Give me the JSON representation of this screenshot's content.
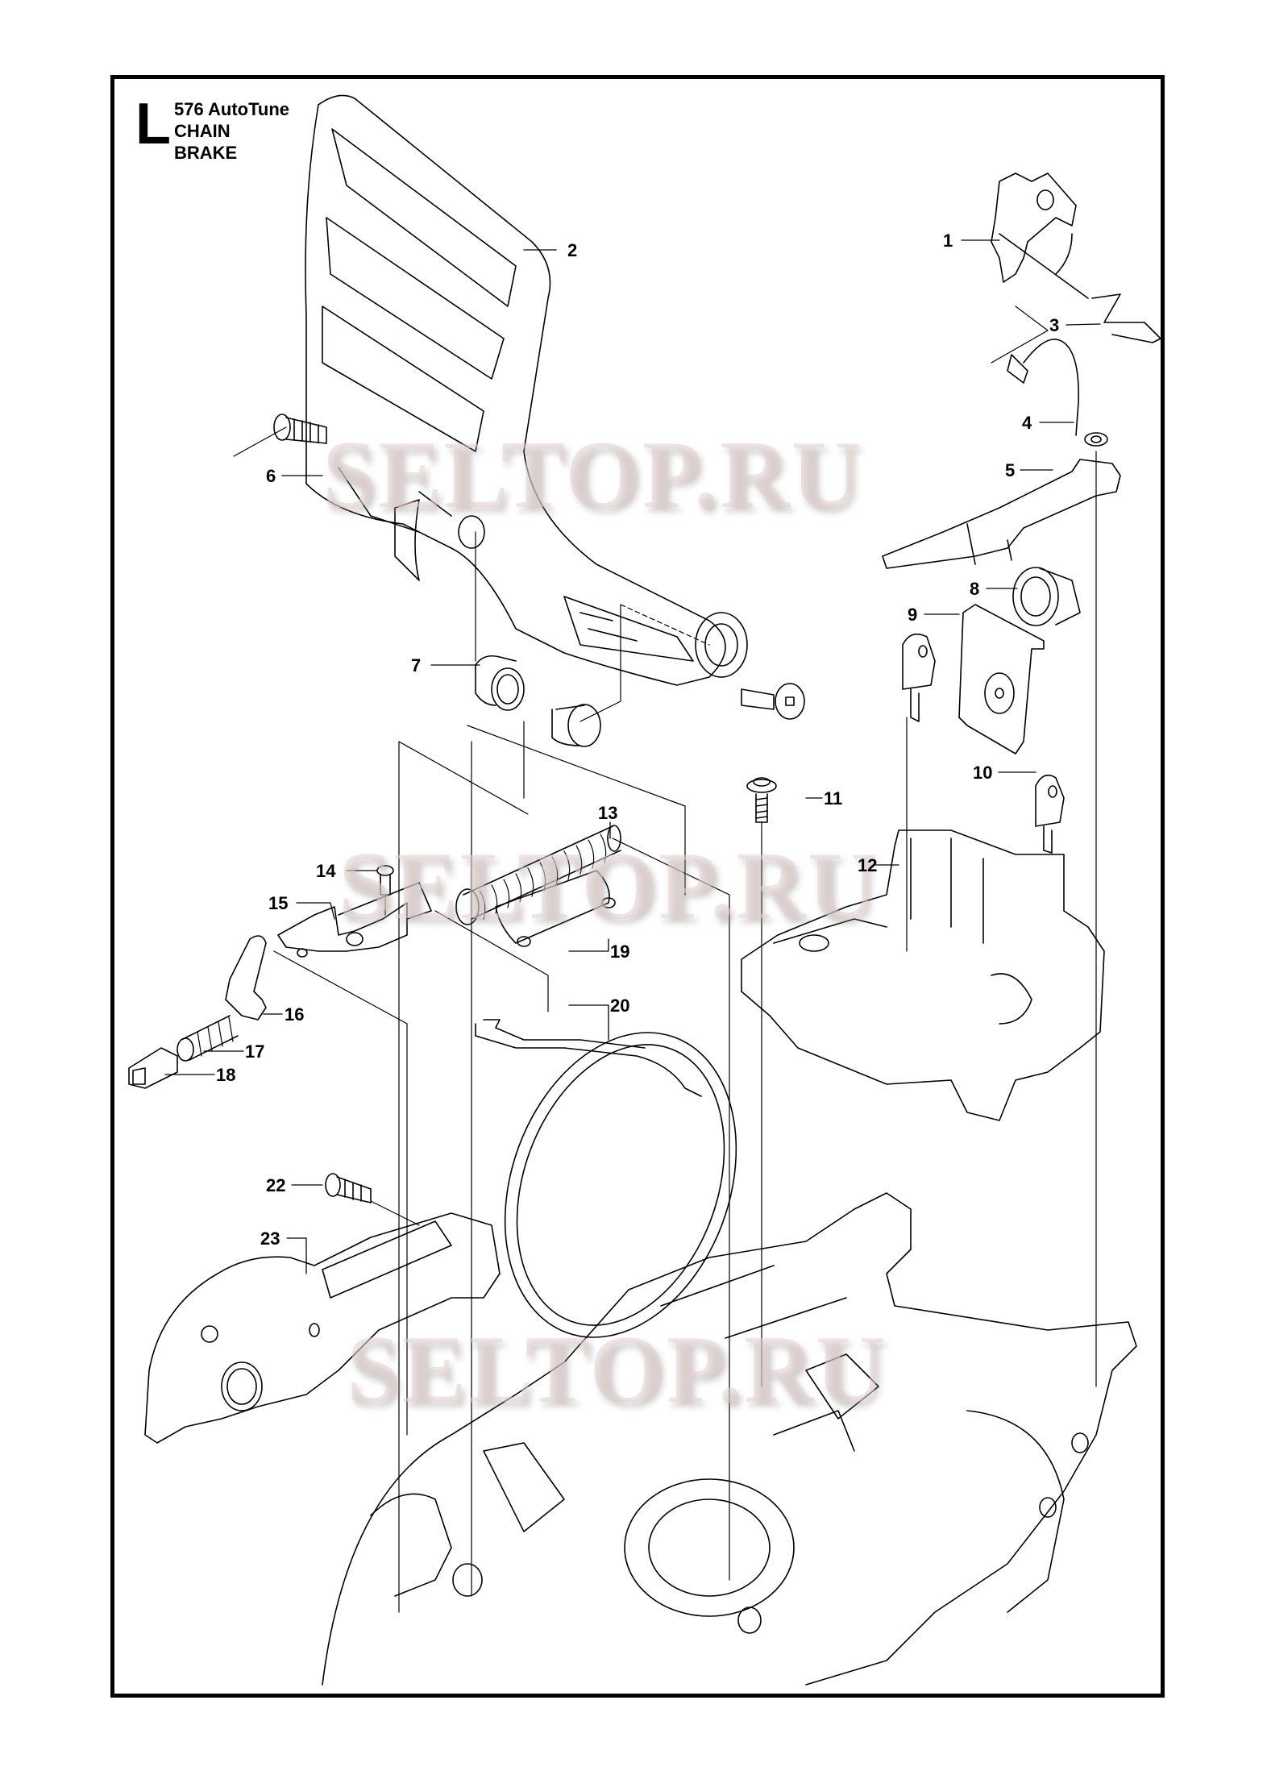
{
  "header": {
    "section_letter": "L",
    "model": "576 AutoTune",
    "title_line1": "CHAIN",
    "title_line2": "BRAKE"
  },
  "watermark": {
    "text": "SELTOP.RU",
    "color": "#e1d2d2"
  },
  "frame": {
    "border_color": "#000000",
    "background": "#ffffff"
  },
  "callouts": [
    {
      "id": "1",
      "label": "1"
    },
    {
      "id": "2",
      "label": "2"
    },
    {
      "id": "3",
      "label": "3"
    },
    {
      "id": "4",
      "label": "4"
    },
    {
      "id": "5",
      "label": "5"
    },
    {
      "id": "6",
      "label": "6"
    },
    {
      "id": "7",
      "label": "7"
    },
    {
      "id": "8",
      "label": "8"
    },
    {
      "id": "9",
      "label": "9"
    },
    {
      "id": "10",
      "label": "10"
    },
    {
      "id": "11",
      "label": "11"
    },
    {
      "id": "12",
      "label": "12"
    },
    {
      "id": "13",
      "label": "13"
    },
    {
      "id": "14",
      "label": "14"
    },
    {
      "id": "15",
      "label": "15"
    },
    {
      "id": "16",
      "label": "16"
    },
    {
      "id": "17",
      "label": "17"
    },
    {
      "id": "18",
      "label": "18"
    },
    {
      "id": "19",
      "label": "19"
    },
    {
      "id": "20",
      "label": "20"
    },
    {
      "id": "22",
      "label": "22"
    },
    {
      "id": "23",
      "label": "23"
    }
  ]
}
